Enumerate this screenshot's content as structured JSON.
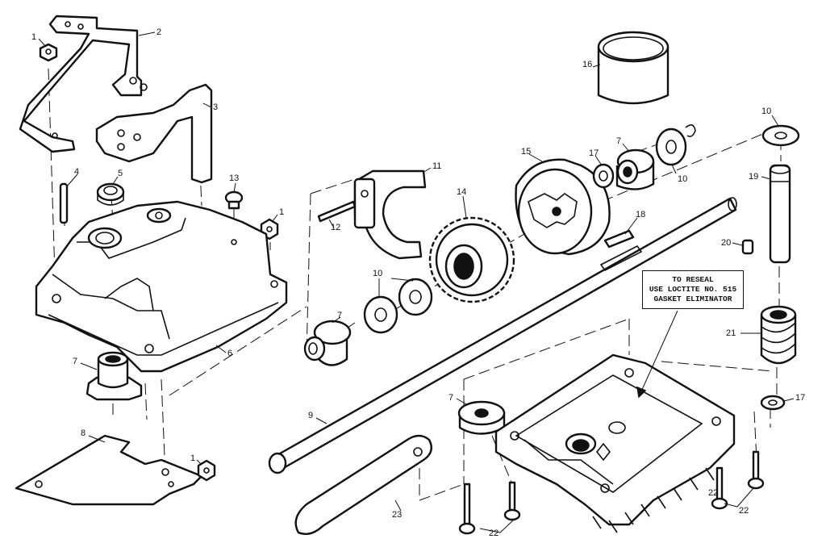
{
  "note": {
    "line1": "TO RESEAL",
    "line2": "USE LOCTITE NO. 515",
    "line3": "GASKET ELIMINATOR"
  },
  "callouts": [
    "1",
    "2",
    "3",
    "4",
    "5",
    "13",
    "1",
    "6",
    "7",
    "8",
    "1",
    "11",
    "12",
    "14",
    "10",
    "7",
    "15",
    "17",
    "7",
    "10",
    "16",
    "18",
    "9",
    "23",
    "7",
    "22",
    "22",
    "10",
    "19",
    "20",
    "21",
    "17",
    "22"
  ]
}
